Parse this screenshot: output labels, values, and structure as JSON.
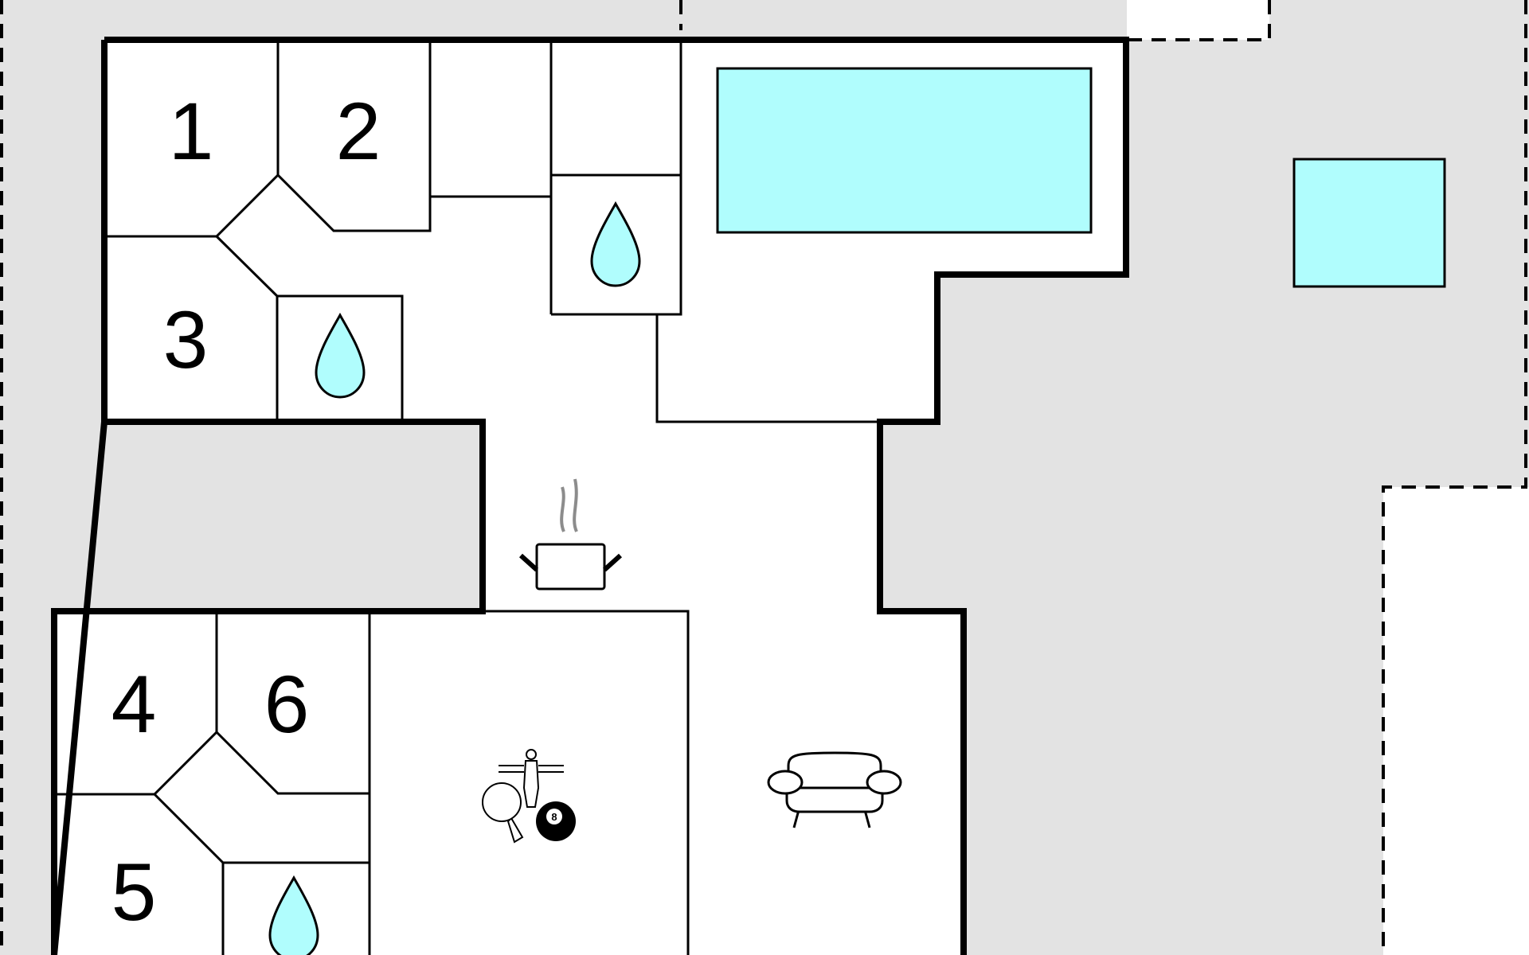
{
  "rooms": {
    "bedroom_1": "1",
    "bedroom_2": "2",
    "bedroom_3": "3",
    "bedroom_4": "4",
    "bedroom_5": "5",
    "bedroom_6": "6"
  },
  "icons": {
    "bathroom": "water-drop-icon",
    "kitchen": "cooking-pot-icon",
    "games": "games-icon",
    "billiard_ball_number": "8",
    "living": "sofa-icon",
    "pool": "swimming-pool",
    "whirlpool": "whirlpool"
  },
  "colors": {
    "terrain": "#e3e3e3",
    "interior": "#ffffff",
    "water": "#b0fdfd",
    "wall": "#000000",
    "steam": "#8c8c8c"
  }
}
